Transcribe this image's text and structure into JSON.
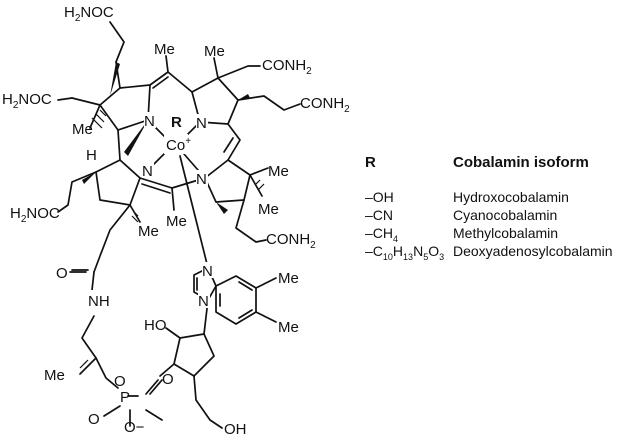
{
  "labels": {
    "h2noc_top": "H2NOC",
    "conh2_top": "CONH2",
    "h2noc_left": "H2NOC",
    "conh2_right": "CONH2",
    "h2noc_low": "H2NOC",
    "conh2_low": "CONH2",
    "me_top1": "Me",
    "me_top2": "Me",
    "me_left": "Me",
    "me_mid": "Me",
    "me_bot": "Me",
    "me_right1": "Me",
    "me_right2": "Me",
    "me_benz1": "Me",
    "me_benz2": "Me",
    "me_chain": "Me",
    "r_ligand": "R",
    "cobalt": "Co",
    "cobalt_charge": "+",
    "h_atom": "H",
    "n": "N",
    "nh": "NH",
    "o": "O",
    "o_minus": "O−",
    "p": "P",
    "ho": "HO",
    "oh": "OH"
  },
  "table": {
    "header_r": "R",
    "header_isoform": "Cobalamin isoform",
    "rows": [
      {
        "r": "–OH",
        "isoform": "Hydroxocobalamin"
      },
      {
        "r": "–CN",
        "isoform": "Cyanocobalamin"
      },
      {
        "r": "–CH4",
        "isoform": "Methylcobalamin"
      },
      {
        "r": "–C10H13N5O3",
        "isoform": "Deoxyadenosylcobalamin"
      }
    ]
  }
}
